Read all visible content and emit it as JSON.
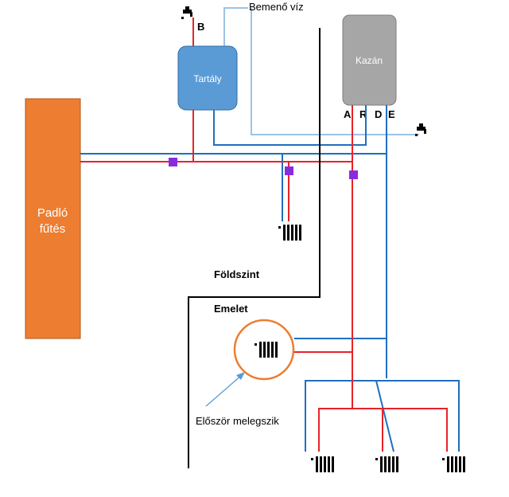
{
  "labels": {
    "inlet": "Bemenő víz",
    "tank": "Tartály",
    "boiler": "Kazán",
    "floor_heating_line1": "Padló",
    "floor_heating_line2": "fűtés",
    "ground_floor": "Földszint",
    "upper_floor": "Emelet",
    "heats_first": "Először melegszik",
    "tank_port_b": "B",
    "boiler_port_a": "A",
    "boiler_port_r": "R",
    "boiler_port_d": "D",
    "boiler_port_e": "E"
  },
  "colors": {
    "flow": "#e8232a",
    "return": "#1f6fc0",
    "cold_water": "#9cc3e6",
    "floor_heating": "#ed7d31",
    "tank": "#5b9bd5",
    "boiler": "#a6a6a6",
    "valve": "#8a2be2",
    "highlight_circle": "#ed7d31",
    "callout": "#5b9bd5"
  },
  "icons": {
    "tap": "faucet-icon",
    "radiator": "radiator-icon",
    "valve": "valve-icon"
  }
}
